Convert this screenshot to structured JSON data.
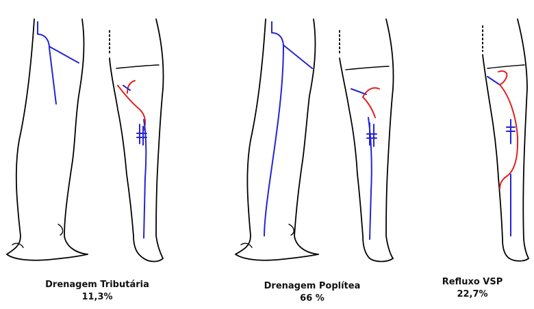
{
  "colors": {
    "deep_vein": "#2323d4",
    "refluxing_vein": "#e02020",
    "outline": "#000000",
    "text": "#111111"
  },
  "panels": [
    {
      "title": "Drenagem Tributária",
      "value": "11,3%"
    },
    {
      "title": "Drenagem Poplítea",
      "value": "66 %"
    },
    {
      "title": "Refluxo VSP",
      "value": "22,7%"
    }
  ]
}
